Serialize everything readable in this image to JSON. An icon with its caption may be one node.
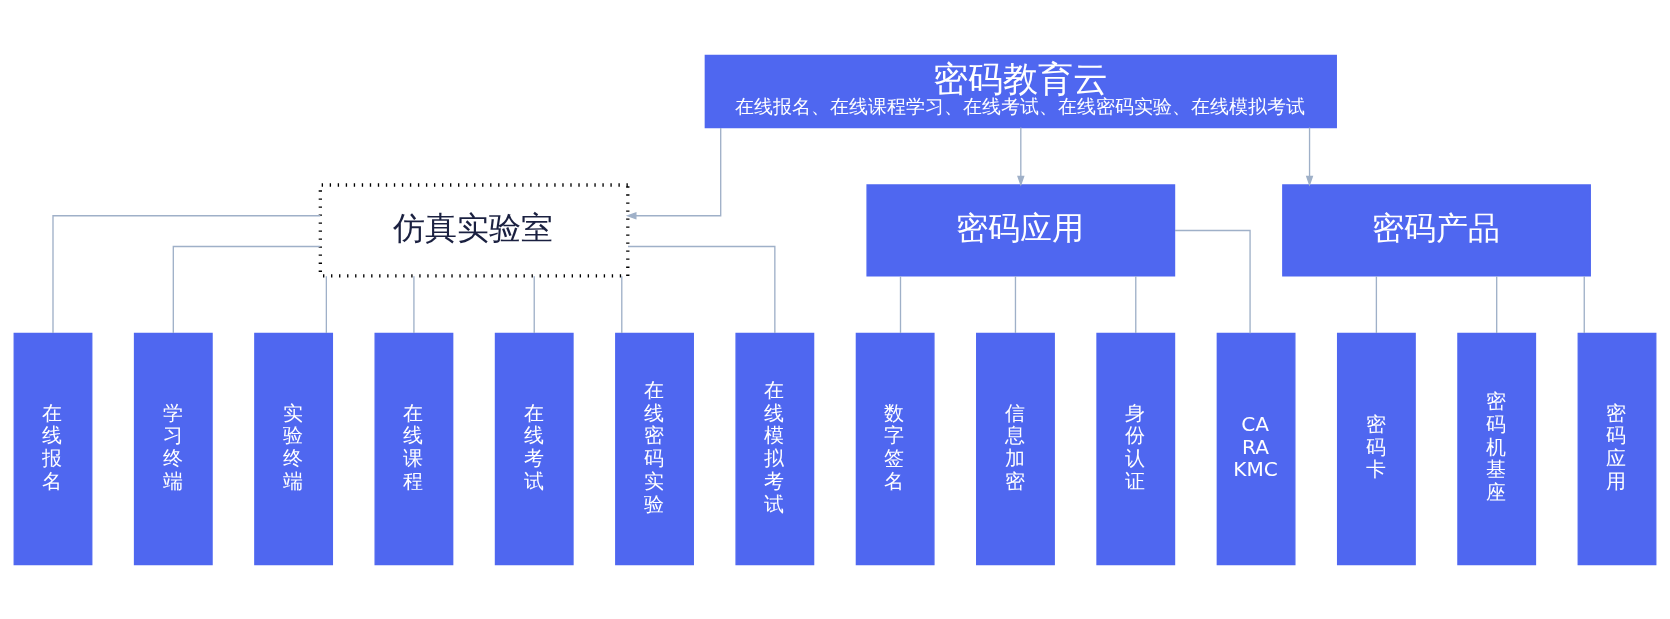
{
  "diagram": {
    "nodes": [
      {
        "text": [
          "密码教育云",
          "在线报名、在线课程学习、在线考试、在线密码实验、在线模拟考试"
        ]
      },
      {
        "text": [
          "仿真实验室"
        ]
      },
      {
        "text": [
          "密码应用"
        ]
      },
      {
        "text": [
          "密码产品"
        ]
      },
      {
        "text": [
          "在线报名"
        ]
      },
      {
        "text": [
          "学习终端"
        ]
      },
      {
        "text": [
          "实验终端"
        ]
      },
      {
        "text": [
          "在线课程"
        ]
      },
      {
        "text": [
          "在线考试"
        ]
      },
      {
        "text": [
          "在线密码实验"
        ]
      },
      {
        "text": [
          "在线模拟考试"
        ]
      },
      {
        "text": [
          "数字签名"
        ]
      },
      {
        "text": [
          "信息加密"
        ]
      },
      {
        "text": [
          "身份认证"
        ]
      },
      {
        "text": [
          "CA RA KMC"
        ]
      },
      {
        "text": [
          "密码卡"
        ]
      },
      {
        "text": [
          "密码机基座"
        ]
      },
      {
        "text": [
          "密码应用"
        ]
      }
    ],
    "edges": [
      {
        "from": 0,
        "to": 1,
        "arrow": "to"
      },
      {
        "from": 0,
        "to": 2,
        "arrow": "to"
      },
      {
        "from": 0,
        "to": 3,
        "arrow": "to"
      },
      {
        "from": 1,
        "to": 4,
        "arrow": "none"
      },
      {
        "from": 1,
        "to": 5,
        "arrow": "none"
      },
      {
        "from": 1,
        "to": 6,
        "arrow": "none"
      },
      {
        "from": 1,
        "to": 7,
        "arrow": "none"
      },
      {
        "from": 1,
        "to": 8,
        "arrow": "none"
      },
      {
        "from": 1,
        "to": 9,
        "arrow": "none"
      },
      {
        "from": 1,
        "to": 10,
        "arrow": "none"
      },
      {
        "from": 2,
        "to": 11,
        "arrow": "none"
      },
      {
        "from": 2,
        "to": 12,
        "arrow": "none"
      },
      {
        "from": 2,
        "to": 13,
        "arrow": "none"
      },
      {
        "from": 2,
        "to": 14,
        "arrow": "none"
      },
      {
        "from": 3,
        "to": 15,
        "arrow": "none"
      },
      {
        "from": 3,
        "to": 16,
        "arrow": "none"
      },
      {
        "from": 3,
        "to": 17,
        "arrow": "none"
      }
    ]
  }
}
